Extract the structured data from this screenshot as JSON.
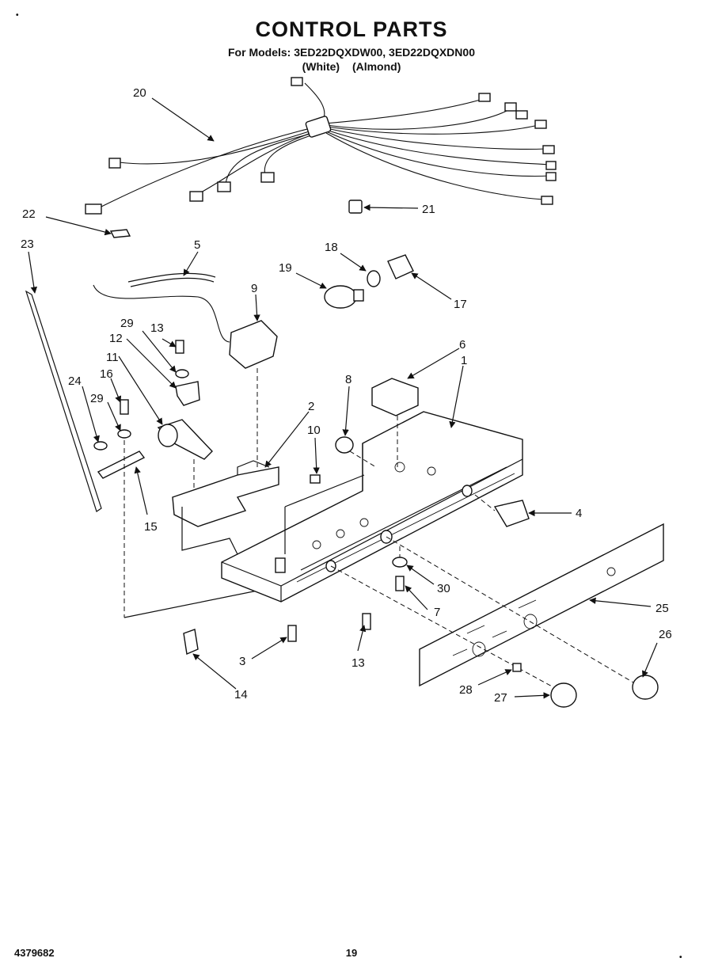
{
  "header": {
    "title": "CONTROL PARTS",
    "models_line": "For Models: 3ED22DQXDW00, 3ED22DQXDN00",
    "colors_line": "(White)   (Almond)"
  },
  "footer": {
    "doc_number": "4379682",
    "page_number": "19"
  },
  "corner_marks": {
    "top_left": "•",
    "bottom_right": "•"
  },
  "callouts": [
    {
      "id": "c20",
      "label": "20",
      "part": "wiring-harness"
    },
    {
      "id": "c21",
      "label": "21",
      "part": "harness-clip"
    },
    {
      "id": "c22",
      "label": "22",
      "part": "wire-clip"
    },
    {
      "id": "c23",
      "label": "23",
      "part": "control-rod"
    },
    {
      "id": "c5",
      "label": "5",
      "part": "capillary-tube"
    },
    {
      "id": "c18",
      "label": "18",
      "part": "lamp-socket-ring"
    },
    {
      "id": "c19",
      "label": "19",
      "part": "light-bulb"
    },
    {
      "id": "c17",
      "label": "17",
      "part": "lamp-socket"
    },
    {
      "id": "c9",
      "label": "9",
      "part": "cold-control"
    },
    {
      "id": "c29a",
      "label": "29",
      "part": "washer"
    },
    {
      "id": "c13a",
      "label": "13",
      "part": "screw"
    },
    {
      "id": "c12",
      "label": "12",
      "part": "bracket"
    },
    {
      "id": "c11",
      "label": "11",
      "part": "damper-control"
    },
    {
      "id": "c16",
      "label": "16",
      "part": "screw"
    },
    {
      "id": "c24",
      "label": "24",
      "part": "spacer"
    },
    {
      "id": "c29b",
      "label": "29",
      "part": "washer"
    },
    {
      "id": "c15",
      "label": "15",
      "part": "lever-arm"
    },
    {
      "id": "c6",
      "label": "6",
      "part": "defrost-timer"
    },
    {
      "id": "c1",
      "label": "1",
      "part": "control-housing"
    },
    {
      "id": "c8",
      "label": "8",
      "part": "light-switch"
    },
    {
      "id": "c2",
      "label": "2",
      "part": "mounting-bracket"
    },
    {
      "id": "c10",
      "label": "10",
      "part": "screw"
    },
    {
      "id": "c4",
      "label": "4",
      "part": "thermostat-switch"
    },
    {
      "id": "c30",
      "label": "30",
      "part": "washer"
    },
    {
      "id": "c7",
      "label": "7",
      "part": "screw"
    },
    {
      "id": "c25",
      "label": "25",
      "part": "control-panel"
    },
    {
      "id": "c26",
      "label": "26",
      "part": "knob"
    },
    {
      "id": "c3",
      "label": "3",
      "part": "screw"
    },
    {
      "id": "c13b",
      "label": "13",
      "part": "screw"
    },
    {
      "id": "c14",
      "label": "14",
      "part": "clip"
    },
    {
      "id": "c28",
      "label": "28",
      "part": "indicator"
    },
    {
      "id": "c27",
      "label": "27",
      "part": "knob"
    }
  ]
}
